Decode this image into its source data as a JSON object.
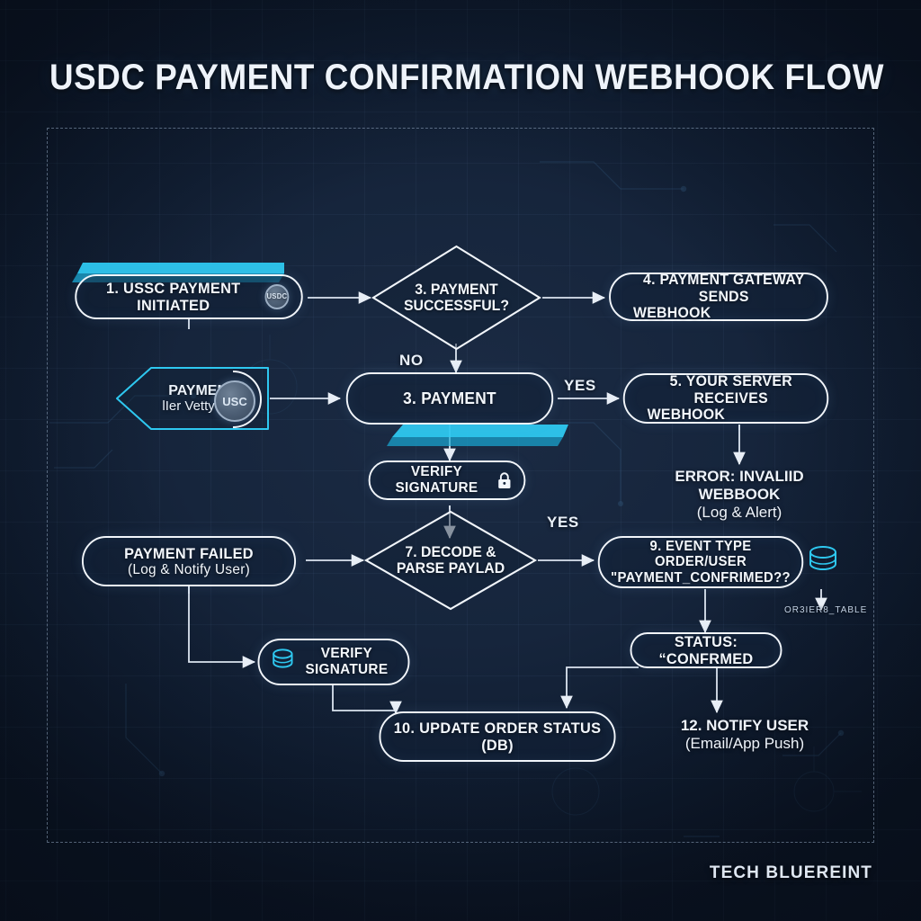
{
  "title": "USDC PAYMENT CONFIRMATION WEBHOOK FLOW",
  "footer": "TECH BLUEREINT",
  "colors": {
    "background": "#16253c",
    "accent_cyan": "#27c6ee",
    "node_stroke": "#f2f6fb",
    "text": "#eef3fa",
    "frame_dash": "#afc6e1"
  },
  "nodes": {
    "n1": {
      "label": "1.  USSC PAYMENT INITIATED",
      "badge": "USDC"
    },
    "n3_diamond": {
      "line1": "3.  PAYMENT",
      "line2": "SUCCESSFUL?"
    },
    "n4": {
      "line1": "4.  PAYMENT GATEWAY SENDS",
      "line2": "WEBHOOK"
    },
    "chevron": {
      "line1": "PAYMENT",
      "line2": "lIer Vetty Use",
      "badge": "USC"
    },
    "n3_payment": {
      "label": "3.  PAYMENT"
    },
    "n5": {
      "line1": "5.  YOUR SERVER RECEIVES",
      "line2": "WEBHOOK"
    },
    "verify_sig_top": {
      "label": "VERIFY SIGNATURE",
      "icon": "lock-icon"
    },
    "error_note": {
      "line1": "ERROR: INVALIID WEBBOOK",
      "line2": "(Log & Alert)"
    },
    "payment_failed": {
      "line1": "PAYMENT FAILED",
      "line2": "(Log & Notify User)"
    },
    "n7_diamond": {
      "line1": "7.  DECODE &",
      "line2": "PARSE PAYLAD"
    },
    "n9": {
      "line1": "9. EVENT TYPE ORDER/USER",
      "line2": "\"PAYMENT_CONFRIMED??",
      "icon": "database-icon"
    },
    "db_caption": "OR3IER8_TABLE",
    "verify_sig_bottom": {
      "label": "VERIFY SIGNATURE",
      "icon": "database-icon"
    },
    "status_confirmed": {
      "label": "STATUS: “CONFRMED"
    },
    "n10": {
      "line1": "10.  UPDATE ORDER STATUS",
      "line2": "(DB)"
    },
    "n12": {
      "line1": "12.  NOTIFY USER",
      "line2": "(Email/App Push)"
    }
  },
  "edge_labels": {
    "no_branch": "NO",
    "yes_branch_top": "YES",
    "yes_branch_decode": "YES"
  }
}
